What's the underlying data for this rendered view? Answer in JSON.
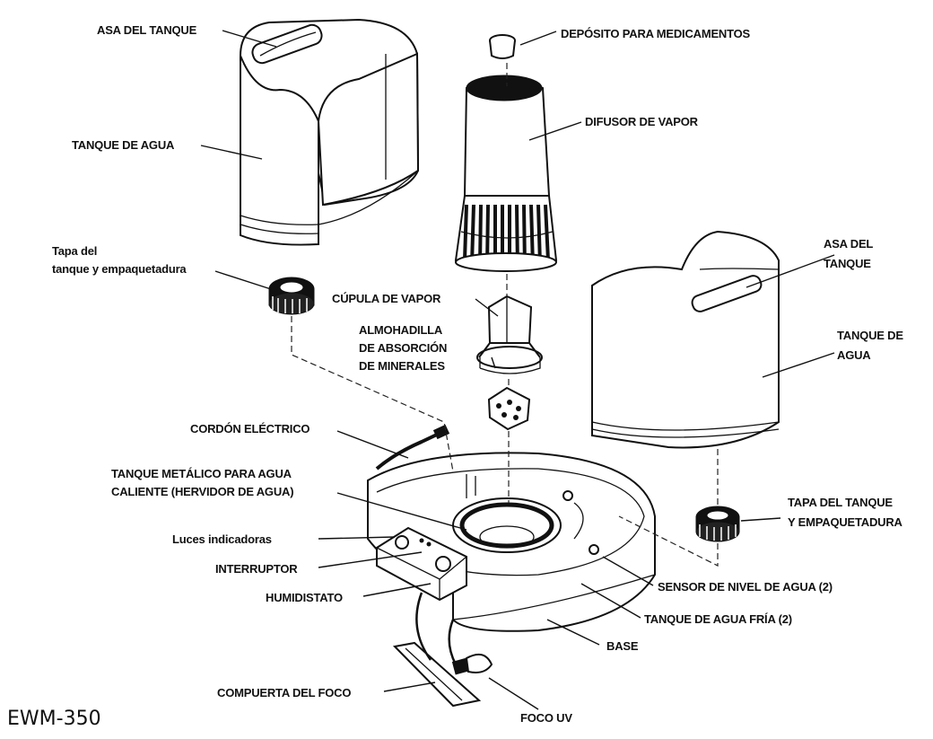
{
  "labels": {
    "asa_tanque_left": "ASA DEL TANQUE",
    "tanque_agua_left": "TANQUE DE AGUA",
    "tapa_left_line1": "Tapa del",
    "tapa_left_line2": "tanque y empaquetadura",
    "deposito_medicamentos": "DEPÓSITO PARA MEDICAMENTOS",
    "difusor_vapor": "DIFUSOR DE VAPOR",
    "cupula_vapor": "CÚPULA DE VAPOR",
    "almohadilla_line1": "ALMOHADILLA",
    "almohadilla_line2": "DE ABSORCIÓN",
    "almohadilla_line3": "DE MINERALES",
    "asa_tanque_right_line1": "ASA DEL",
    "asa_tanque_right_line2": "TANQUE",
    "tanque_agua_right_line1": "TANQUE DE",
    "tanque_agua_right_line2": "AGUA",
    "cordon_electrico": "CORDÓN ELÉCTRICO",
    "tanque_metalico_line1": "TANQUE METÁLICO PARA AGUA",
    "tanque_metalico_line2": "CALIENTE (HERVIDOR DE AGUA)",
    "luces_indicadoras": "Luces indicadoras",
    "interruptor": "INTERRUPTOR",
    "humidistato": "HUMIDISTATO",
    "tapa_right_line1": "TAPA DEL TANQUE",
    "tapa_right_line2": "Y EMPAQUETADURA",
    "sensor_nivel": "SENSOR DE NIVEL DE AGUA (2)",
    "tanque_agua_fria": "TANQUE DE AGUA FRÍA (2)",
    "base": "BASE",
    "compuerta_foco": "COMPUERTA DEL FOCO",
    "foco_uv": "FOCO UV"
  },
  "model": "EWM-350"
}
